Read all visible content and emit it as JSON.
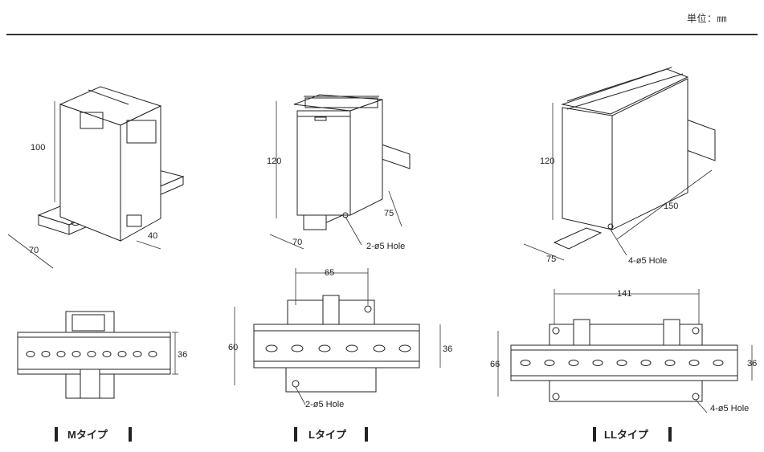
{
  "header": {
    "unit_label": "単位：㎜"
  },
  "colors": {
    "line": "#222222",
    "rule": "#333333",
    "caption_bar": "#222222"
  },
  "drawings": {
    "m_iso": {
      "height": "100",
      "width": "70",
      "depth": "40"
    },
    "l_iso": {
      "height": "120",
      "width": "70",
      "depth": "75",
      "hole": "2-ø5 Hole"
    },
    "ll_iso": {
      "height": "120",
      "width": "75",
      "depth": "150",
      "hole": "4-ø5 Hole"
    },
    "m_top": {
      "rail": "36"
    },
    "l_top": {
      "pitch": "65",
      "height": "60",
      "rail": "36",
      "hole": "2-ø5 Hole"
    },
    "ll_top": {
      "pitch": "141",
      "height": "66",
      "rail": "36",
      "hole": "4-ø5 Hole"
    }
  },
  "captions": {
    "m": "Mタイプ",
    "l": "Lタイプ",
    "ll": "LLタイプ"
  }
}
